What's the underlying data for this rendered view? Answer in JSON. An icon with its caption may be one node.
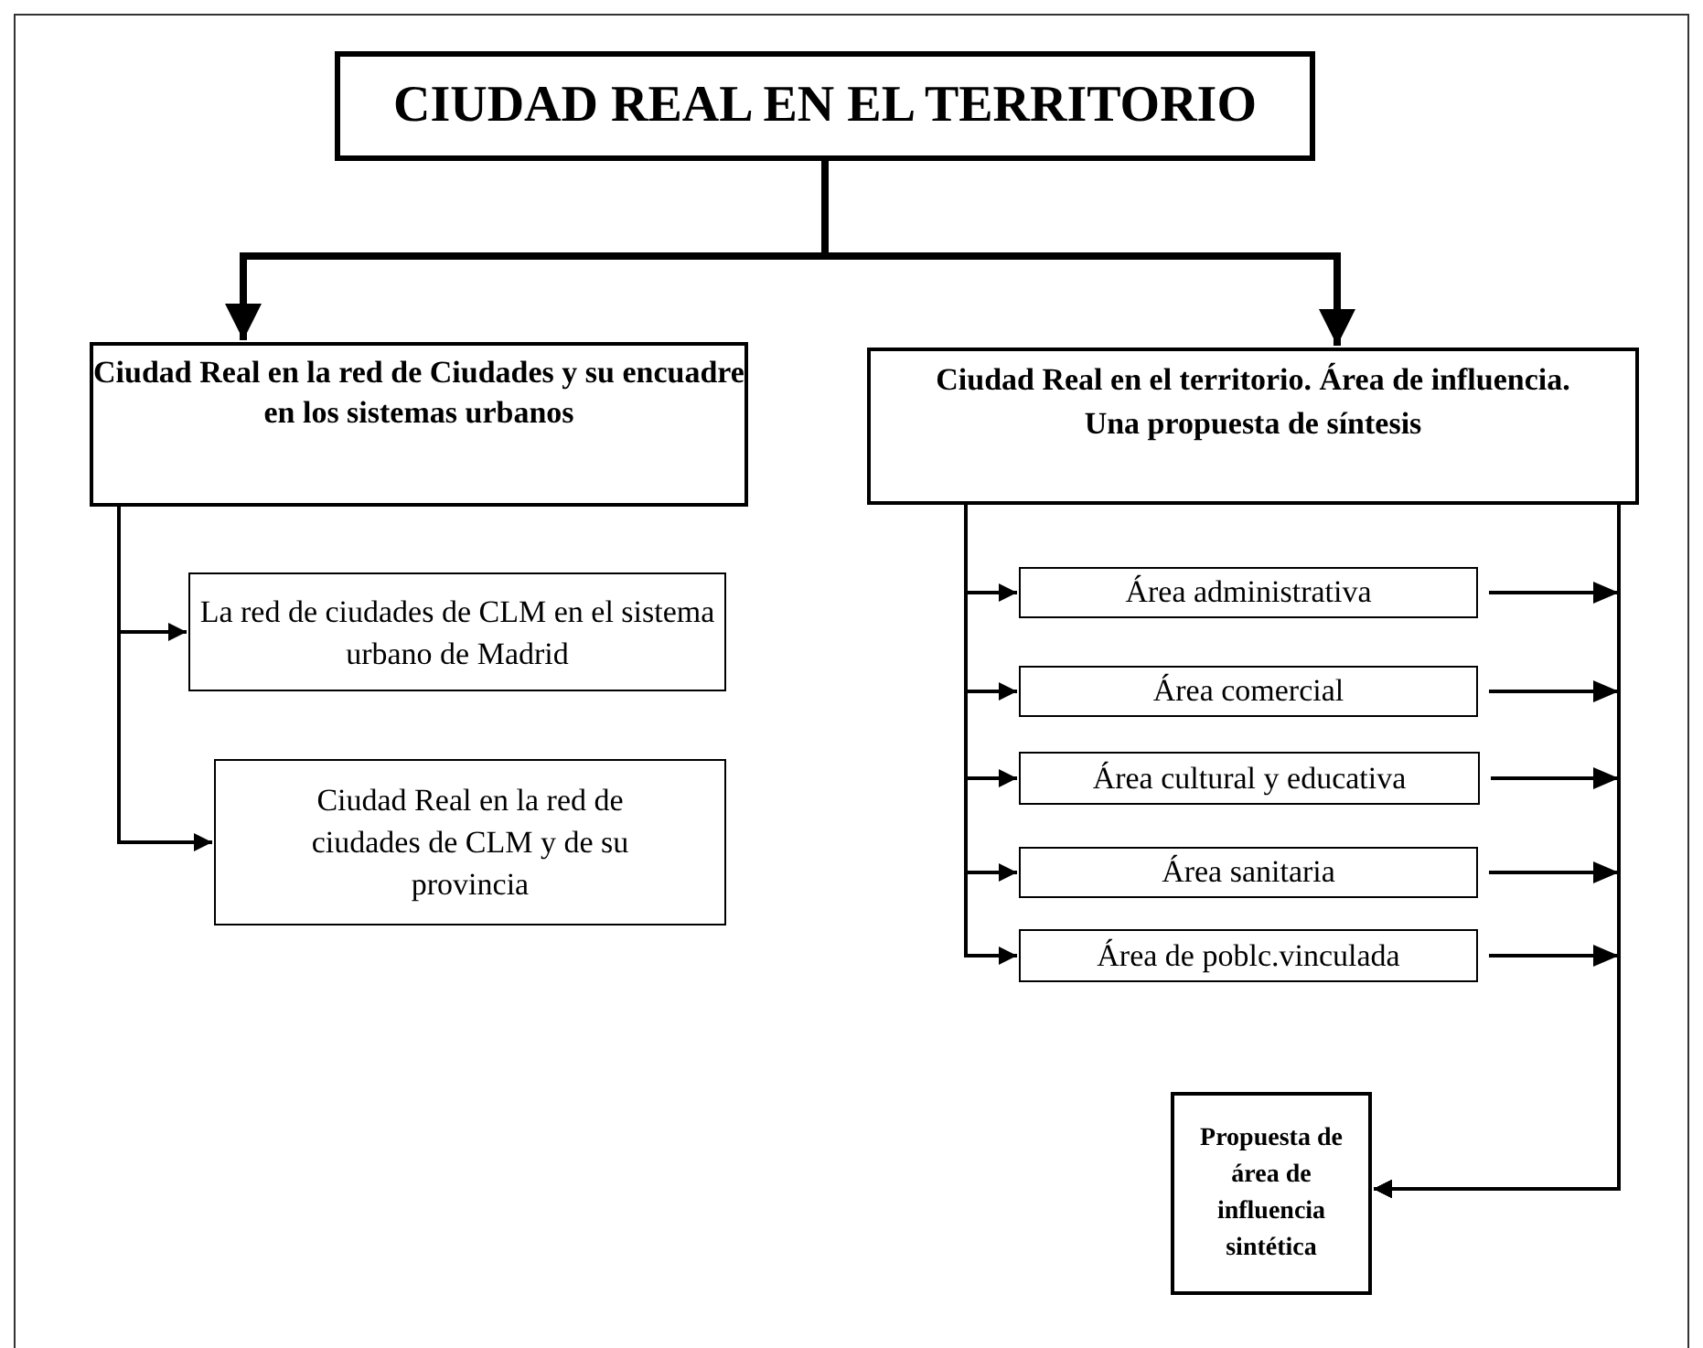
{
  "diagram": {
    "nodes": [
      {
        "text": [
          "CIUDAD REAL EN EL TERRITORIO"
        ]
      },
      {
        "text": [
          "Ciudad Real en la red de Ciudades y su encuadre en los sistemas urbanos"
        ]
      },
      {
        "text": [
          "Ciudad Real en el territorio. Área de influencia. Una propuesta de síntesis"
        ]
      },
      {
        "text": [
          "La red de ciudades de CLM en el sistema urbano de Madrid"
        ]
      },
      {
        "text": [
          "Ciudad Real en la red de ciudades de CLM y de su provincia"
        ]
      },
      {
        "text": [
          "Área administrativa"
        ]
      },
      {
        "text": [
          "Área comercial"
        ]
      },
      {
        "text": [
          "Área cultural y educativa"
        ]
      },
      {
        "text": [
          "Área sanitaria"
        ]
      },
      {
        "text": [
          "Área de poblc.vinculada"
        ]
      },
      {
        "text": [
          "Propuesta de área de influencia sintética"
        ]
      }
    ],
    "edges": [
      {
        "from": 0,
        "to": 1,
        "arrow": "to",
        "style": "thick"
      },
      {
        "from": 0,
        "to": 2,
        "arrow": "to",
        "style": "thick"
      },
      {
        "from": 1,
        "to": 3,
        "arrow": "to"
      },
      {
        "from": 1,
        "to": 4,
        "arrow": "to"
      },
      {
        "from": 2,
        "to": 5,
        "arrow": "to"
      },
      {
        "from": 2,
        "to": 6,
        "arrow": "to"
      },
      {
        "from": 2,
        "to": 7,
        "arrow": "to"
      },
      {
        "from": 2,
        "to": 8,
        "arrow": "to"
      },
      {
        "from": 2,
        "to": 9,
        "arrow": "to"
      },
      {
        "from": 2,
        "to": 10,
        "arrow": "to"
      },
      {
        "from": 5,
        "to": 10,
        "arrow": "to"
      },
      {
        "from": 6,
        "to": 10,
        "arrow": "to"
      },
      {
        "from": 7,
        "to": 10,
        "arrow": "to"
      },
      {
        "from": 8,
        "to": 10,
        "arrow": "to"
      },
      {
        "from": 9,
        "to": 10,
        "arrow": "to"
      }
    ]
  }
}
